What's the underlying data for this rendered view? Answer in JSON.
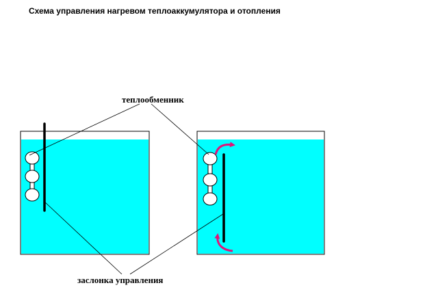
{
  "title": "Схема управления нагревом теплоаккумулятора и отопления",
  "labels": {
    "heat_exchanger": "теплообменник",
    "control_damper": "заслонка управления"
  },
  "colors": {
    "water": "#00FFFF",
    "tank_outline": "#000000",
    "damper": "#000000",
    "flow_arrow": "#E0147A",
    "exchanger_ball": "#FFFFFF"
  },
  "tanks": [
    {
      "name": "left",
      "damper_state": "raised",
      "flow_arrows": false
    },
    {
      "name": "right",
      "damper_state": "lowered",
      "flow_arrows": true
    }
  ]
}
